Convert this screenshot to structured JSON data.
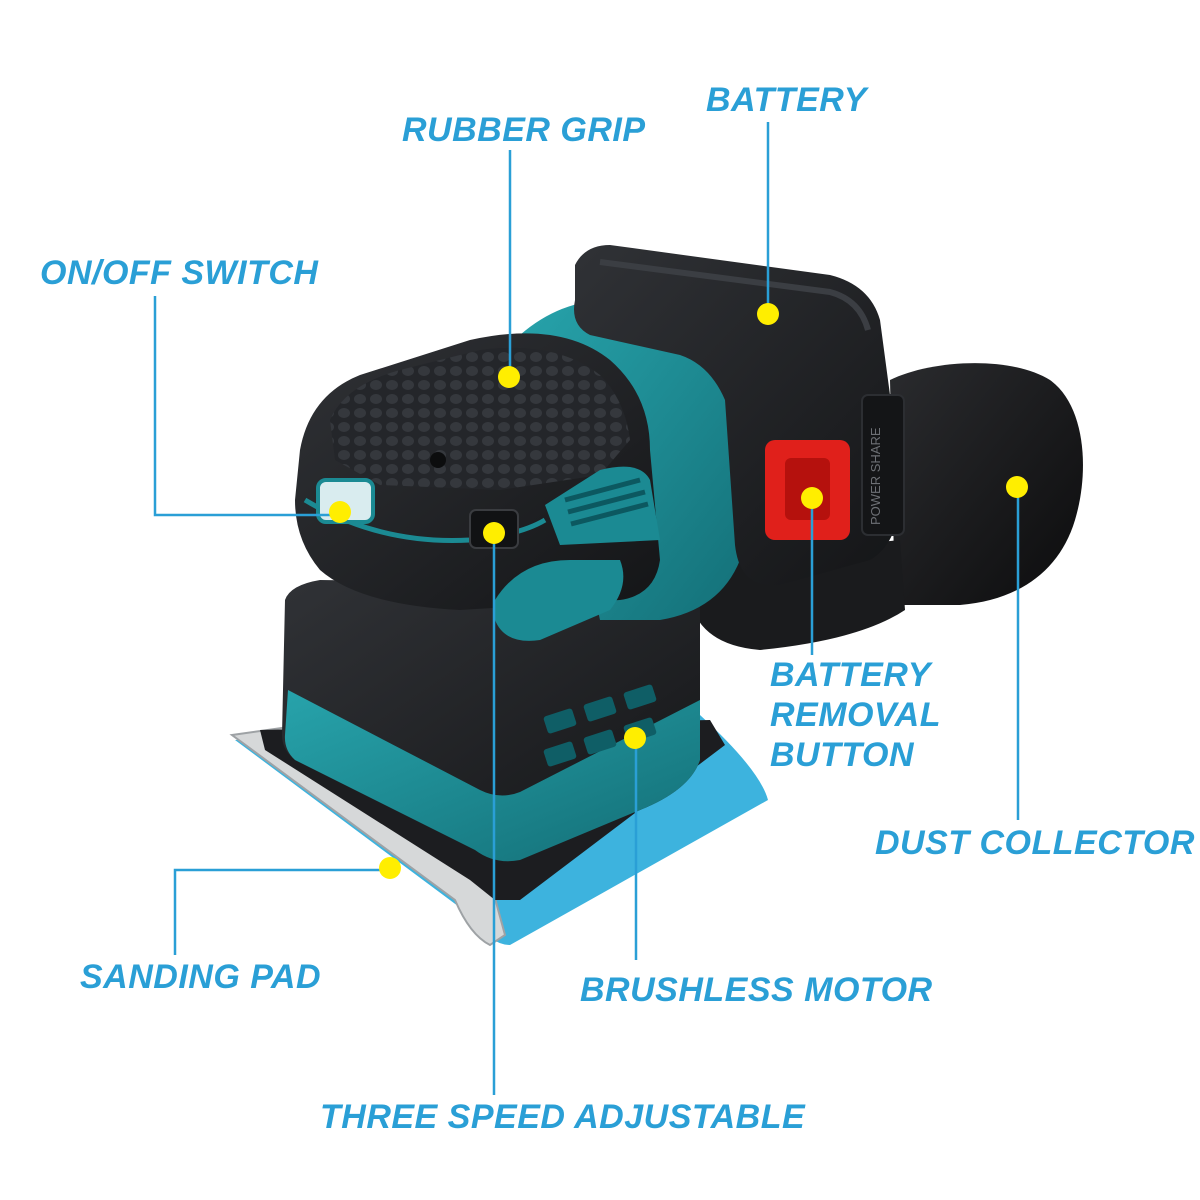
{
  "colors": {
    "label": "#2a9fd6",
    "leader_line": "#2a9fd6",
    "marker": "#ffee00",
    "body_teal": "#1b8a93",
    "body_black": "#1e1f22",
    "battery_button": "#e0201b",
    "pad_blue": "#3db3de"
  },
  "callouts": {
    "battery": "BATTERY",
    "rubber_grip": "RUBBER GRIP",
    "on_off_switch": "ON/OFF SWITCH",
    "battery_removal_button": "BATTERY\nREMOVAL\nBUTTON",
    "dust_collector": "DUST COLLECTOR",
    "sanding_pad": "SANDING PAD",
    "brushless_motor": "BRUSHLESS MOTOR",
    "three_speed_adjustable": "THREE SPEED ADJUSTABLE"
  },
  "product": {
    "battery_side_text": "POWER SHARE"
  }
}
